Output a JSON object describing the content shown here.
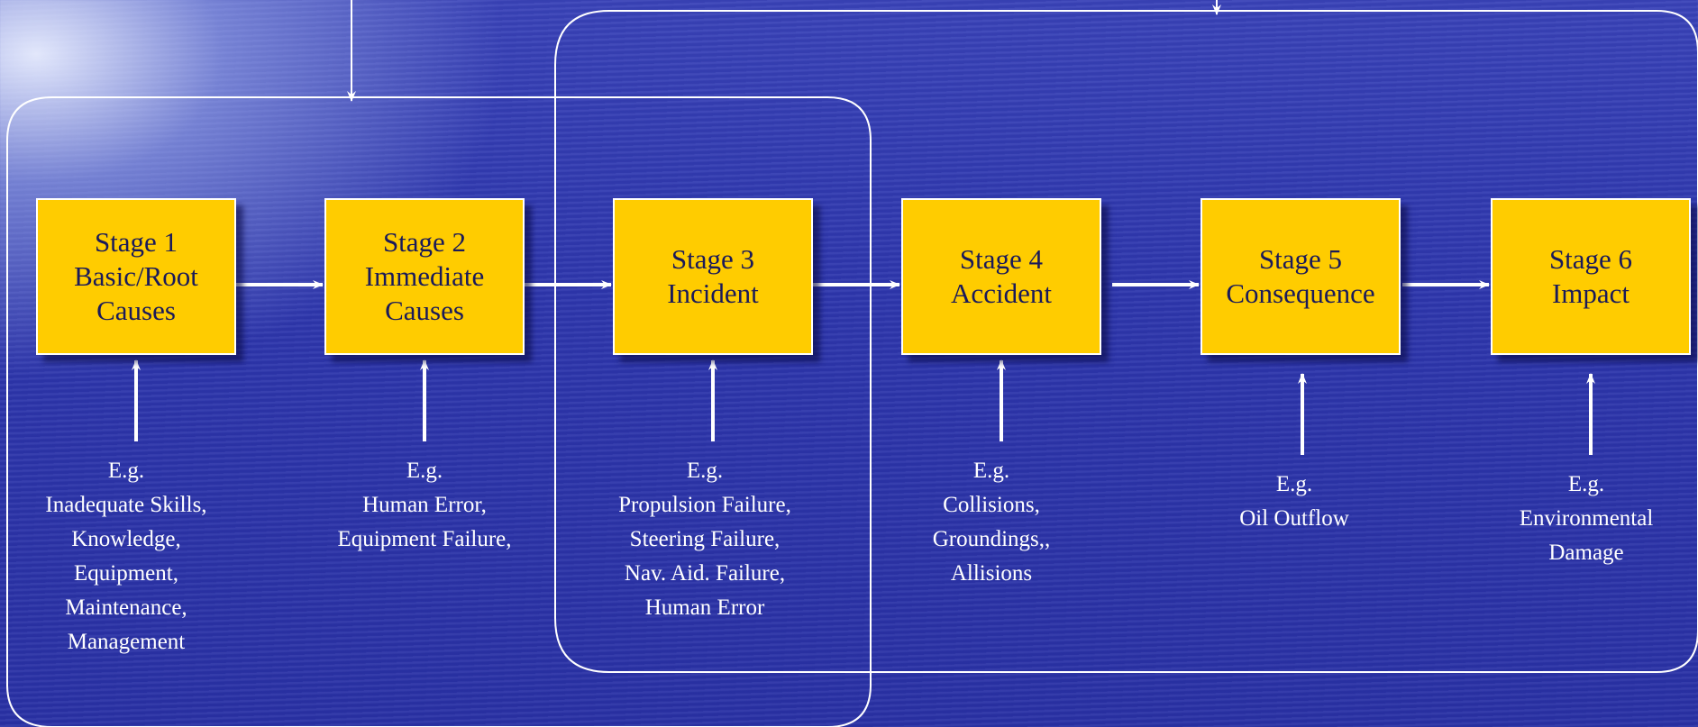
{
  "stages": [
    {
      "label": "Stage 1\nBasic/Root\nCauses",
      "example": "E.g.\nInadequate Skills,\nKnowledge,\nEquipment,\nMaintenance,\nManagement"
    },
    {
      "label": "Stage 2\nImmediate\nCauses",
      "example": "E.g.\nHuman Error,\nEquipment Failure,"
    },
    {
      "label": "Stage 3\nIncident",
      "example": "E.g.\nPropulsion Failure,\nSteering Failure,\nNav. Aid. Failure,\nHuman Error"
    },
    {
      "label": "Stage 4\nAccident",
      "example": "E.g.\nCollisions,\nGroundings,,\nAllisions"
    },
    {
      "label": "Stage 5\nConsequence",
      "example": "E.g.\nOil Outflow"
    },
    {
      "label": "Stage 6\nImpact",
      "example": "E.g.\nEnvironmental\nDamage"
    }
  ],
  "colors": {
    "box_fill": "#ffcc00",
    "box_text": "#1a1a5a",
    "lines": "#ffffff",
    "background": "#2e37ad"
  }
}
